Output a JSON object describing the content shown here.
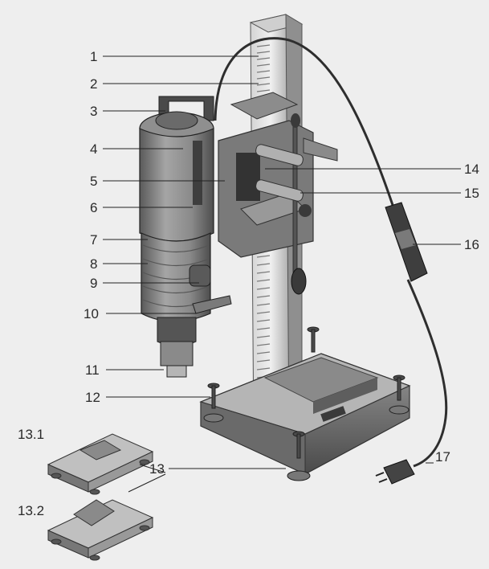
{
  "callouts": [
    {
      "id": "1",
      "label": "1"
    },
    {
      "id": "2",
      "label": "2"
    },
    {
      "id": "3",
      "label": "3"
    },
    {
      "id": "4",
      "label": "4"
    },
    {
      "id": "5",
      "label": "5"
    },
    {
      "id": "6",
      "label": "6"
    },
    {
      "id": "7",
      "label": "7"
    },
    {
      "id": "8",
      "label": "8"
    },
    {
      "id": "9",
      "label": "9"
    },
    {
      "id": "10",
      "label": "10"
    },
    {
      "id": "11",
      "label": "11"
    },
    {
      "id": "12",
      "label": "12"
    },
    {
      "id": "13",
      "label": "13"
    },
    {
      "id": "13_1",
      "label": "13.1"
    },
    {
      "id": "13_2",
      "label": "13.2"
    },
    {
      "id": "14",
      "label": "14"
    },
    {
      "id": "15",
      "label": "15"
    },
    {
      "id": "16",
      "label": "16"
    },
    {
      "id": "17",
      "label": "17"
    }
  ],
  "colors": {
    "background": "#eeeeee",
    "line": "#333333",
    "body_dark": "#6e6e6e",
    "body_mid": "#9a9a9a",
    "body_light": "#c8c8c8"
  }
}
